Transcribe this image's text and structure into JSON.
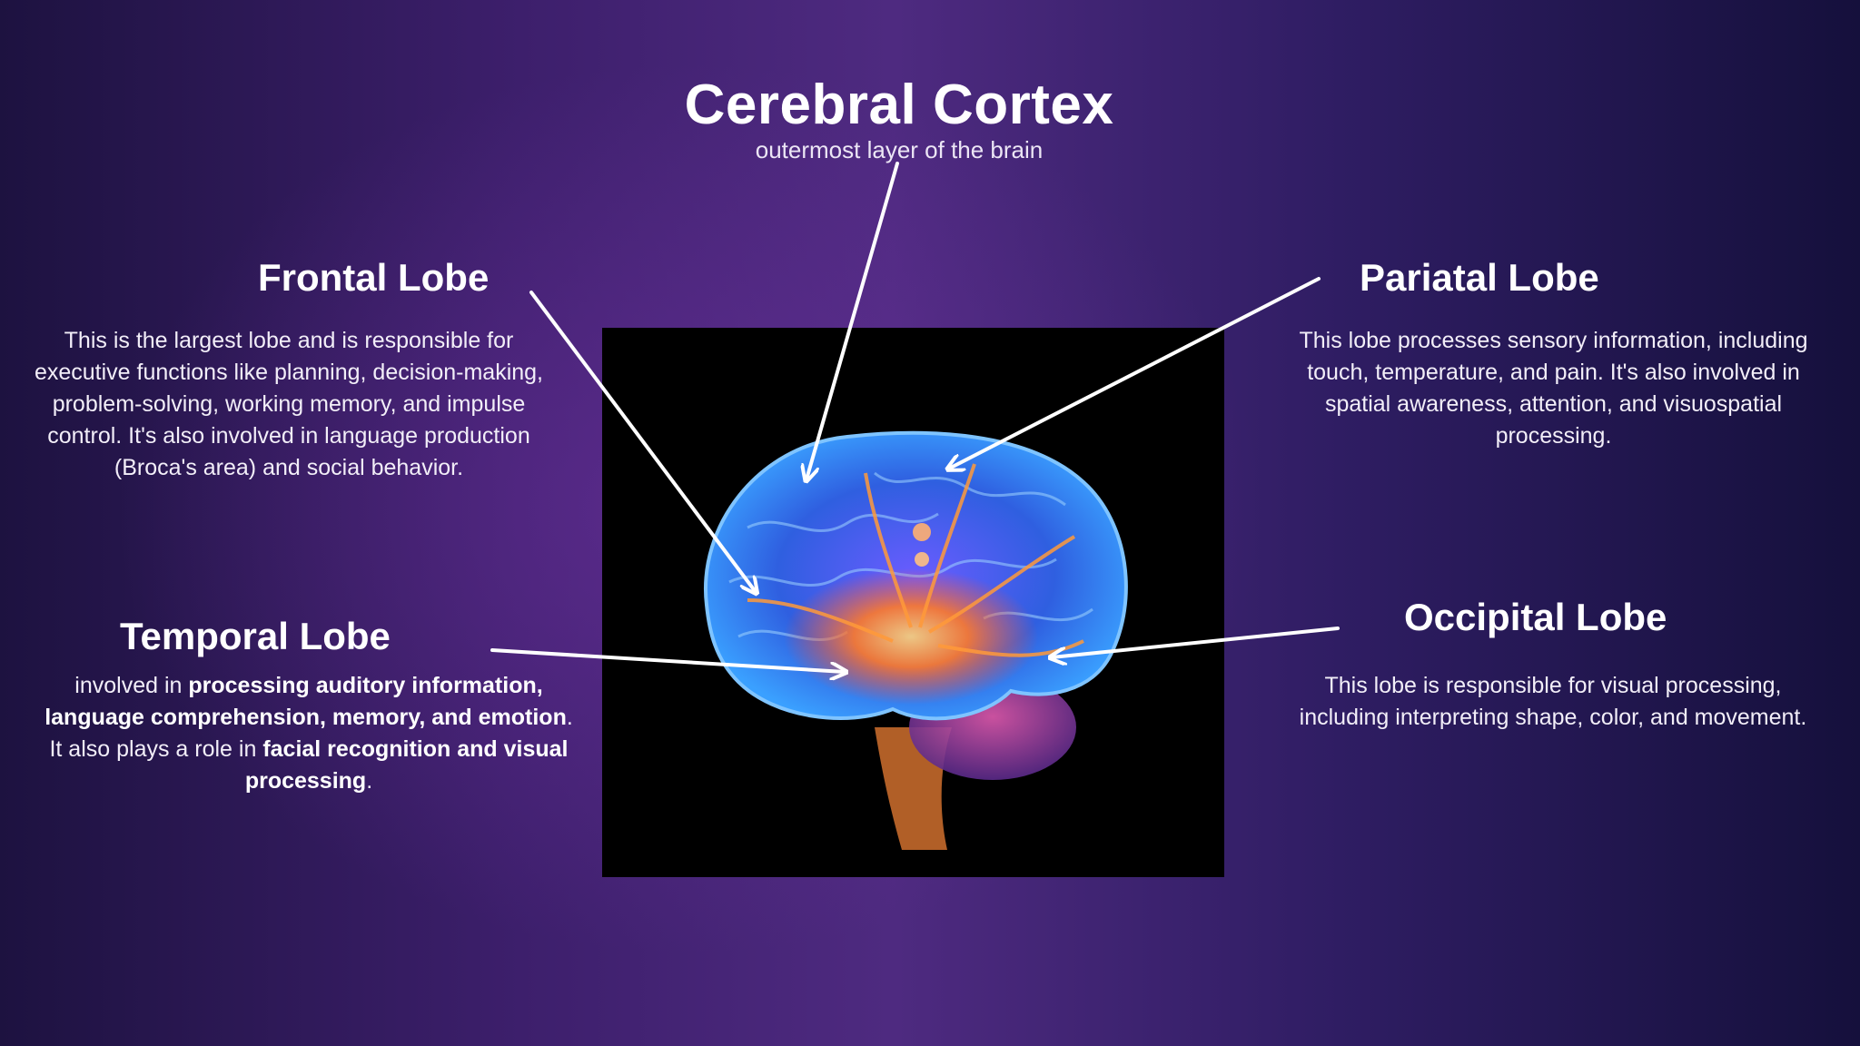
{
  "title": "Cerebral Cortex",
  "subtitle": "outermost layer of the brain",
  "lobes": {
    "frontal": {
      "heading": "Frontal Lobe",
      "description": "This is the largest lobe and is responsible for executive functions like planning, decision-making, problem-solving, working memory, and impulse control. It's also involved in language production (Broca's area) and social behavior."
    },
    "parietal": {
      "heading": "Pariatal Lobe",
      "description": "This lobe processes sensory information, including touch, temperature, and pain. It's also involved in spatial awareness, attention, and visuospatial processing."
    },
    "temporal": {
      "heading": "Temporal Lobe",
      "d1": "involved in ",
      "d2": "processing auditory information, language comprehension, memory, and emotion",
      "d3": ". It also plays a role in ",
      "d4": "facial recognition and visual processing",
      "d5": "."
    },
    "occipital": {
      "heading": "Occipital Lobe",
      "description": "This lobe is responsible for visual processing, including interpreting shape, color, and movement."
    }
  },
  "colors": {
    "background_center": "#4e2a80",
    "background_edge": "#15103c",
    "brain_blue": "#3f7bff",
    "brain_orange": "#ff8a2a",
    "arrow": "#ffffff"
  }
}
